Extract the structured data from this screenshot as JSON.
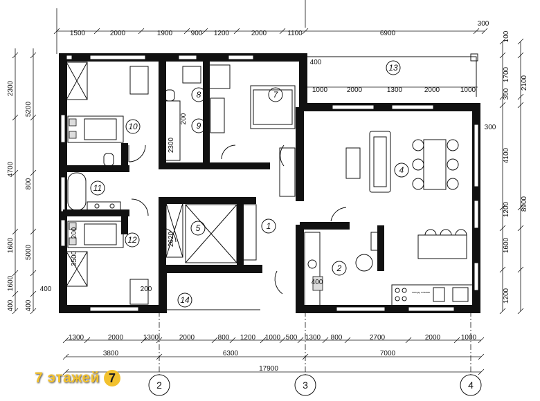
{
  "plan": {
    "top_dims": [
      "1500",
      "2000",
      "1900",
      "900",
      "1200",
      "2000",
      "1100",
      "6900",
      "300"
    ],
    "bottom_dims": [
      "1300",
      "2000",
      "1300",
      "2000",
      "800",
      "1200",
      "1000",
      "500",
      "1300",
      "800",
      "2700",
      "2000",
      "1000"
    ],
    "bottom_subtotals": [
      "3800",
      "6300",
      "7000"
    ],
    "overall_dim": "17900",
    "left_dims_inner": [
      "2300",
      "4700",
      "1600",
      "1600",
      "400"
    ],
    "left_dims_outer": [
      "5200",
      "800",
      "5000",
      "400"
    ],
    "right_dims_inner": [
      "100",
      "1700",
      "300",
      "4100",
      "1200",
      "1600",
      "1200"
    ],
    "right_dims_outer": [
      "2100",
      "8900"
    ],
    "inner_dims_row": [
      "1000",
      "2000",
      "1300",
      "2000",
      "1000"
    ],
    "misc_dims": [
      "400",
      "300",
      "200",
      "2300",
      "2620",
      "3500",
      "200",
      "400",
      "200",
      "400"
    ],
    "rooms": [
      "1",
      "2",
      "4",
      "5",
      "7",
      "8",
      "9",
      "10",
      "11",
      "12",
      "13",
      "14"
    ],
    "axes": [
      "2",
      "3",
      "4"
    ],
    "fridge_label": "холод- ильник"
  },
  "watermark": {
    "text": "7 этажей",
    "badge": "7"
  }
}
